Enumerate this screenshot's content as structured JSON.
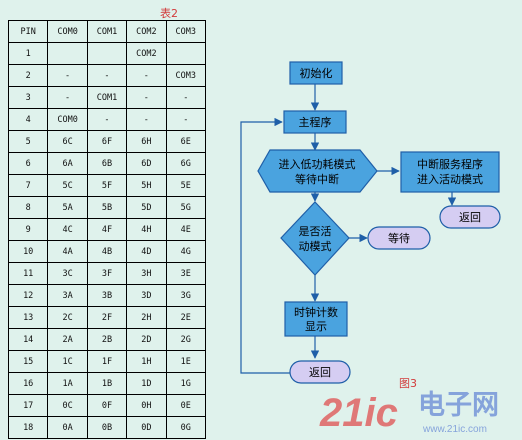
{
  "table": {
    "caption": "表2",
    "headers": [
      "PIN",
      "COM0",
      "COM1",
      "COM2",
      "COM3"
    ],
    "rows": [
      [
        "1",
        "",
        "",
        "COM2",
        ""
      ],
      [
        "2",
        "-",
        "-",
        "-",
        "COM3"
      ],
      [
        "3",
        "-",
        "COM1",
        "-",
        "-"
      ],
      [
        "4",
        "COM0",
        "-",
        "-",
        "-"
      ],
      [
        "5",
        "6C",
        "6F",
        "6H",
        "6E"
      ],
      [
        "6",
        "6A",
        "6B",
        "6D",
        "6G"
      ],
      [
        "7",
        "5C",
        "5F",
        "5H",
        "5E"
      ],
      [
        "8",
        "5A",
        "5B",
        "5D",
        "5G"
      ],
      [
        "9",
        "4C",
        "4F",
        "4H",
        "4E"
      ],
      [
        "10",
        "4A",
        "4B",
        "4D",
        "4G"
      ],
      [
        "11",
        "3C",
        "3F",
        "3H",
        "3E"
      ],
      [
        "12",
        "3A",
        "3B",
        "3D",
        "3G"
      ],
      [
        "13",
        "2C",
        "2F",
        "2H",
        "2E"
      ],
      [
        "14",
        "2A",
        "2B",
        "2D",
        "2G"
      ],
      [
        "15",
        "1C",
        "1F",
        "1H",
        "1E"
      ],
      [
        "16",
        "1A",
        "1B",
        "1D",
        "1G"
      ],
      [
        "17",
        "0C",
        "0F",
        "0H",
        "0E"
      ],
      [
        "18",
        "0A",
        "0B",
        "0D",
        "0G"
      ]
    ]
  },
  "flowchart": {
    "caption": "图3",
    "init": "初始化",
    "main": "主程序",
    "low_power": [
      "进入低功耗模式",
      "等待中断"
    ],
    "isr": [
      "中断服务程序",
      "进入活动模式"
    ],
    "isr_return": "返回",
    "decision": [
      "是否活",
      "动模式"
    ],
    "wait": "等待",
    "clock": [
      "时钟计数",
      "显示"
    ],
    "return": "返回"
  },
  "watermark": {
    "brand": "21ic",
    "cn": "电子网",
    "url": "www.21ic.com"
  },
  "colors": {
    "background": "#dff2ec",
    "box_fill": "#4aa3df",
    "box_stroke": "#1f5fa8",
    "terminal_fill": "#d5cdf2",
    "caption_red": "#d23b3b",
    "watermark_red": "#e05050",
    "watermark_blue": "#4a6fd0"
  }
}
